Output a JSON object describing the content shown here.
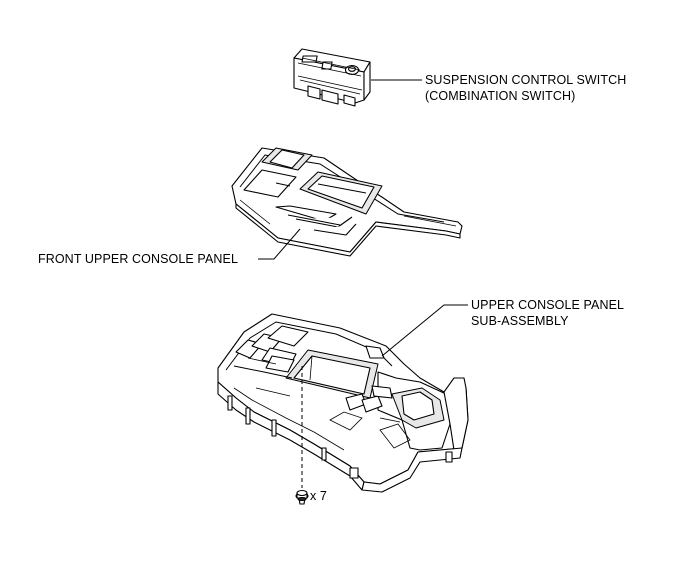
{
  "labels": {
    "switch_line1": "SUSPENSION CONTROL SWITCH",
    "switch_line2": "(COMBINATION SWITCH)",
    "front_panel": "FRONT UPPER CONSOLE PANEL",
    "upper_panel_line1": "UPPER CONSOLE PANEL",
    "upper_panel_line2": "SUB-ASSEMBLY",
    "screw_qty": "x 7"
  },
  "colors": {
    "line": "#000000",
    "background": "#ffffff"
  },
  "icons": {
    "screw": "screw-icon"
  }
}
